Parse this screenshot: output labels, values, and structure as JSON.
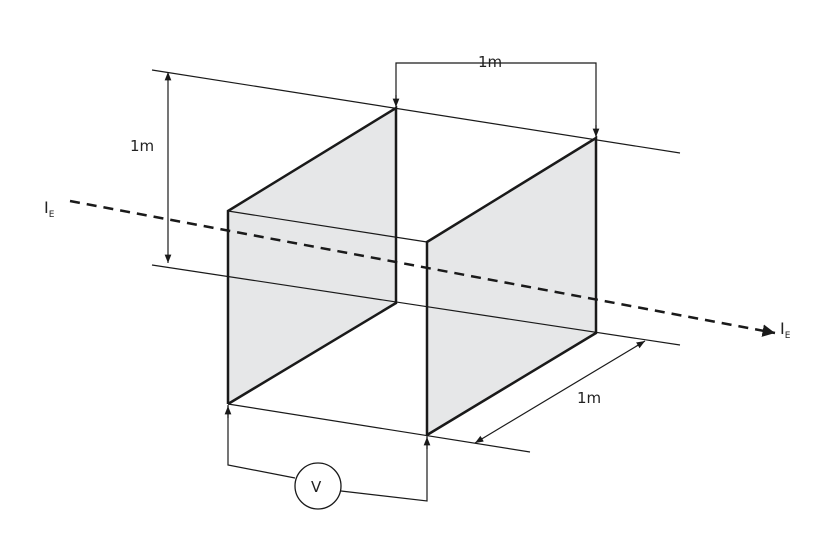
{
  "diagram": {
    "dim_height_label": "1m",
    "dim_width_label": "1m",
    "dim_depth_label": "1m",
    "current_label_main": "I",
    "current_label_sub": "E",
    "voltmeter_label": "V",
    "colors": {
      "plate_fill": "#e6e7e8",
      "line": "#1a1a1a"
    }
  }
}
